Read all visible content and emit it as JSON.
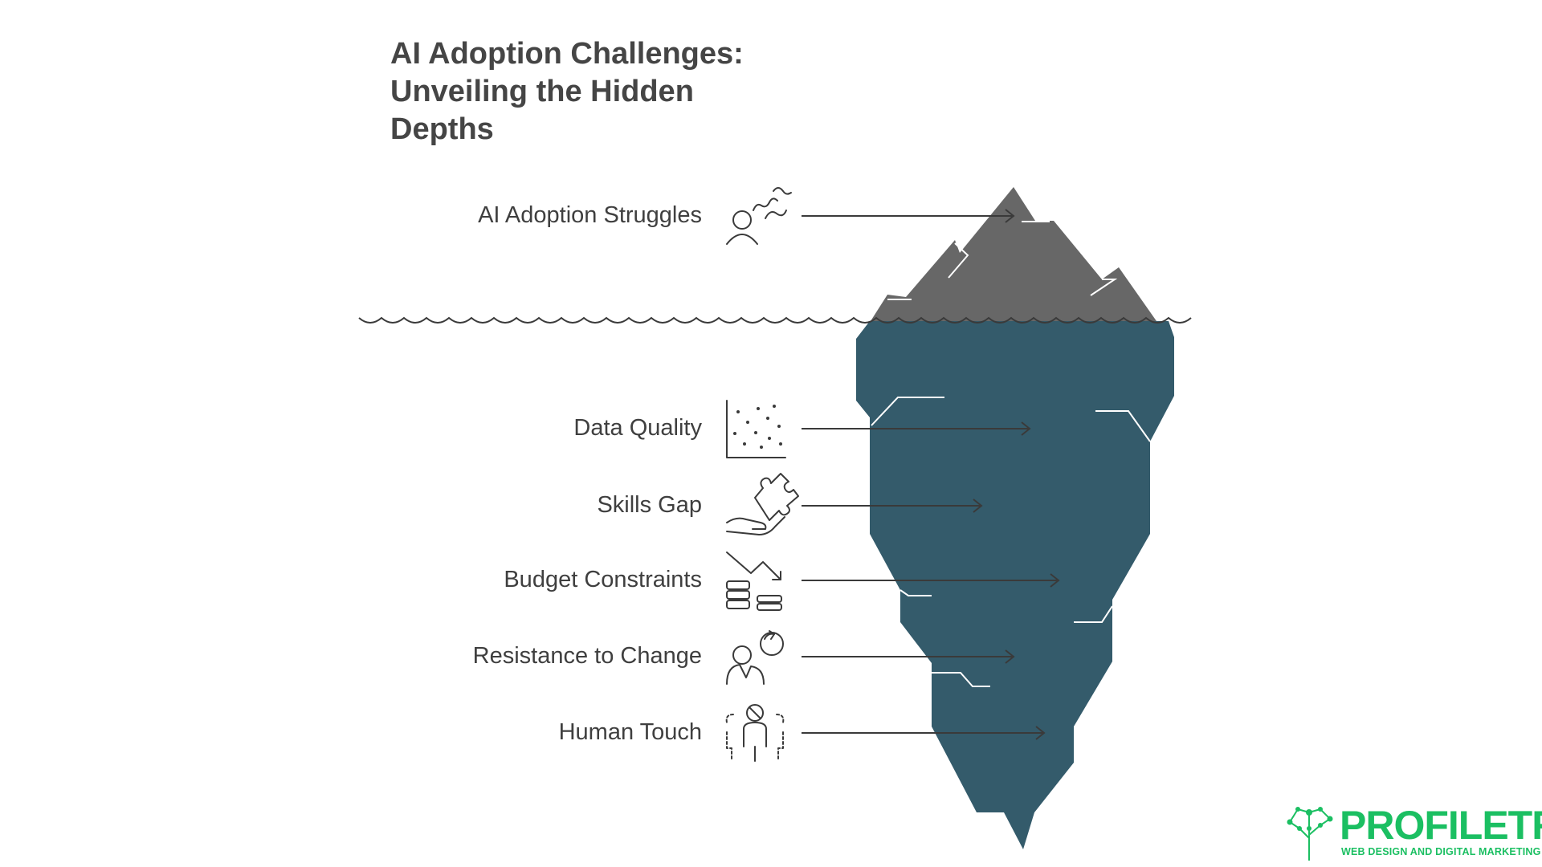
{
  "title": {
    "line1": "AI Adoption Challenges:",
    "line2": "Unveiling the Hidden",
    "line3": "Depths"
  },
  "labels": {
    "surface": "AI Adoption Struggles",
    "data_quality": "Data Quality",
    "skills_gap": "Skills Gap",
    "budget": "Budget Constraints",
    "resistance": "Resistance to Change",
    "human_touch": "Human Touch"
  },
  "icons": {
    "surface": "person-struggle-icon",
    "data_quality": "scatter-plot-icon",
    "skills_gap": "hand-puzzle-icon",
    "budget": "coins-decline-icon",
    "resistance": "person-refresh-icon",
    "human_touch": "people-group-icon"
  },
  "logo": {
    "name": "PROFILETREE",
    "tagline": "WEB DESIGN AND DIGITAL MARKETING"
  },
  "colors": {
    "iceberg_tip": "#676767",
    "iceberg_underwater": "#345b6b",
    "text": "#3f3f3f",
    "brand_green": "#1bbf62"
  }
}
